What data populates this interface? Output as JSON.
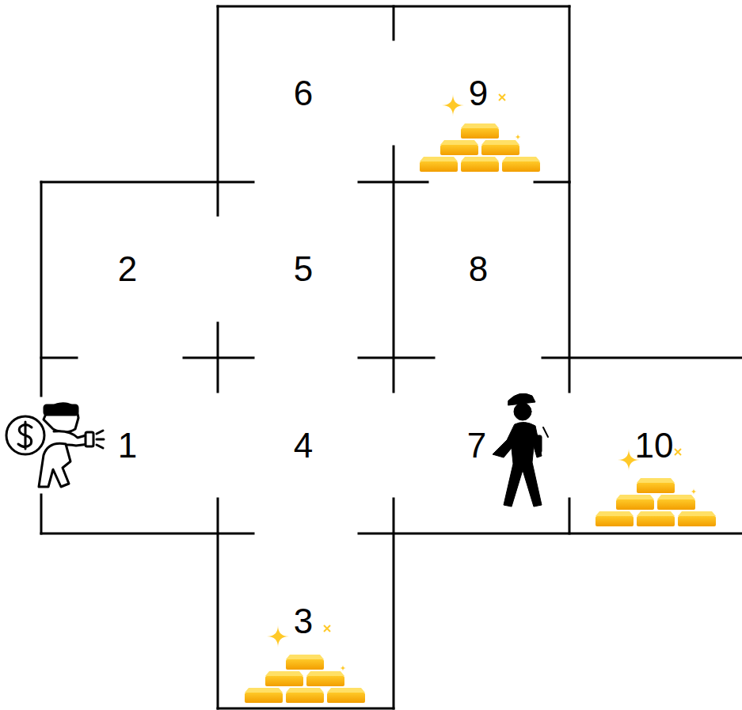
{
  "diagram": {
    "nodes": [
      {
        "text": [
          "6"
        ]
      },
      {
        "text": [
          "9"
        ]
      },
      {
        "text": [
          "2"
        ]
      },
      {
        "text": [
          "5"
        ]
      },
      {
        "text": [
          "8"
        ]
      },
      {
        "text": [
          "1"
        ]
      },
      {
        "text": [
          "4"
        ]
      },
      {
        "text": [
          "7"
        ]
      },
      {
        "text": [
          "10"
        ]
      },
      {
        "text": [
          "3"
        ]
      }
    ]
  }
}
